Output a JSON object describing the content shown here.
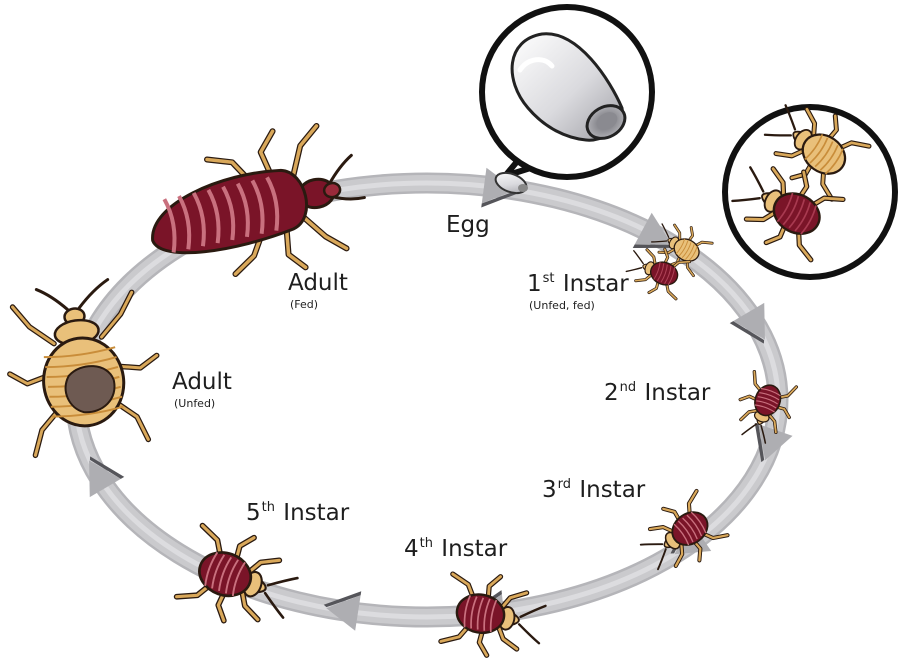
{
  "labels": {
    "egg": {
      "text": "Egg"
    },
    "instar1": {
      "num": "1",
      "sup": "st",
      "word": "Instar",
      "sub": "(Unfed, fed)"
    },
    "instar2": {
      "num": "2",
      "sup": "nd",
      "word": "Instar"
    },
    "instar3": {
      "num": "3",
      "sup": "rd",
      "word": "Instar"
    },
    "instar4": {
      "num": "4",
      "sup": "th",
      "word": "Instar"
    },
    "instar5": {
      "num": "5",
      "sup": "th",
      "word": "Instar"
    },
    "adult_fed": {
      "text": "Adult",
      "sub": "(Fed)"
    },
    "adult_unfed": {
      "text": "Adult",
      "sub": "(Unfed)"
    }
  },
  "colors": {
    "ring": "#c9c9cc",
    "ring_edge": "#b5b5b9",
    "arrow": "#aeaeb2",
    "arrow_shadow": "#55555a",
    "fed_body": "#7a1428",
    "fed_stripe": "#c9707e",
    "unfed_body": "#e9c07a",
    "unfed_stripe": "#c98d3a",
    "outline": "#2a1a10",
    "leg": "#d9a85a"
  },
  "icons": [
    "egg-magnified-icon",
    "nymph-magnified-icon",
    "bed-bug-icon",
    "direction-arrow-icon"
  ]
}
